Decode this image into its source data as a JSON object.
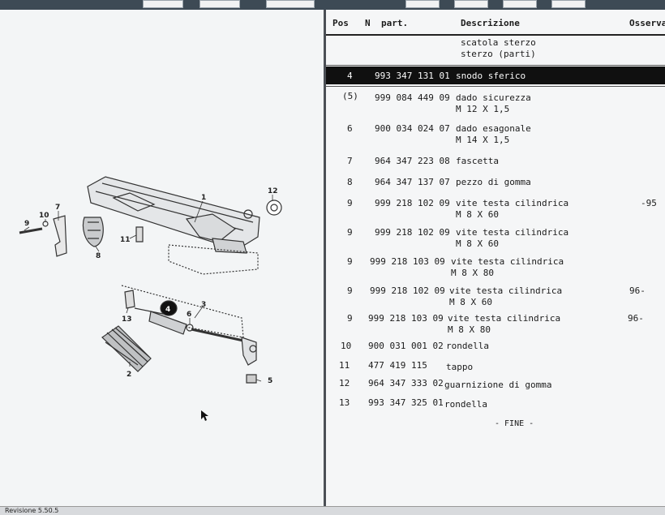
{
  "columns": {
    "pos": "Pos",
    "n": "N",
    "part": "part.",
    "descr": "Descrizione",
    "notes": "Osserva"
  },
  "group": {
    "line1": "scatola sterzo",
    "line2": "sterzo (parti)"
  },
  "rows": [
    {
      "pos": "4",
      "pn": "993 347 131 01",
      "d1": "snodo sferico",
      "d2": "",
      "note": "",
      "selected": true
    },
    {
      "pos": "(5)",
      "pn": "999 084 449 09",
      "d1": "dado sicurezza",
      "d2": "M 12 X 1,5",
      "note": ""
    },
    {
      "pos": "6",
      "pn": "900 034 024 07",
      "d1": "dado esagonale",
      "d2": "M 14 X 1,5",
      "note": ""
    },
    {
      "pos": "7",
      "pn": "964 347 223 08",
      "d1": "fascetta",
      "d2": "",
      "note": ""
    },
    {
      "pos": "8",
      "pn": "964 347 137 07",
      "d1": "pezzo di gomma",
      "d2": "",
      "note": ""
    },
    {
      "pos": "9",
      "pn": "999 218 102 09",
      "d1": "vite testa cilindrica",
      "d2": "M 8 X 60",
      "note": "-95"
    },
    {
      "pos": "9",
      "pn": "999 218 102 09",
      "d1": "vite testa cilindrica",
      "d2": "M 8 X 60",
      "note": ""
    },
    {
      "pos": "9",
      "pn": "999 218 103 09",
      "d1": "vite testa cilindrica",
      "d2": "M 8 X 80",
      "note": ""
    },
    {
      "pos": "9",
      "pn": "999 218 102 09",
      "d1": "vite testa cilindrica",
      "d2": "M 8 X 60",
      "note": "96-"
    },
    {
      "pos": "9",
      "pn": "999 218 103 09",
      "d1": "vite testa cilindrica",
      "d2": "M 8 X 80",
      "note": "96-"
    },
    {
      "pos": "10",
      "pn": "900 031 001 02",
      "d1": "rondella",
      "d2": "",
      "note": ""
    },
    {
      "pos": "11",
      "pn": "477 419 115",
      "d1": "tappo",
      "d2": "",
      "note": ""
    },
    {
      "pos": "12",
      "pn": "964 347 333 02",
      "d1": "guarnizione di gomma",
      "d2": "",
      "note": ""
    },
    {
      "pos": "13",
      "pn": "993 347 325 01",
      "d1": "rondella",
      "d2": "",
      "note": ""
    }
  ],
  "fine": "- FINE -",
  "status": "Revisione 5.50.5",
  "diagram_labels": [
    "1",
    "2",
    "3",
    "4",
    "5",
    "6",
    "7",
    "8",
    "9",
    "10",
    "11",
    "12",
    "13"
  ],
  "colors": {
    "highlight": "#101010",
    "highlight_text": "#fafafa"
  }
}
